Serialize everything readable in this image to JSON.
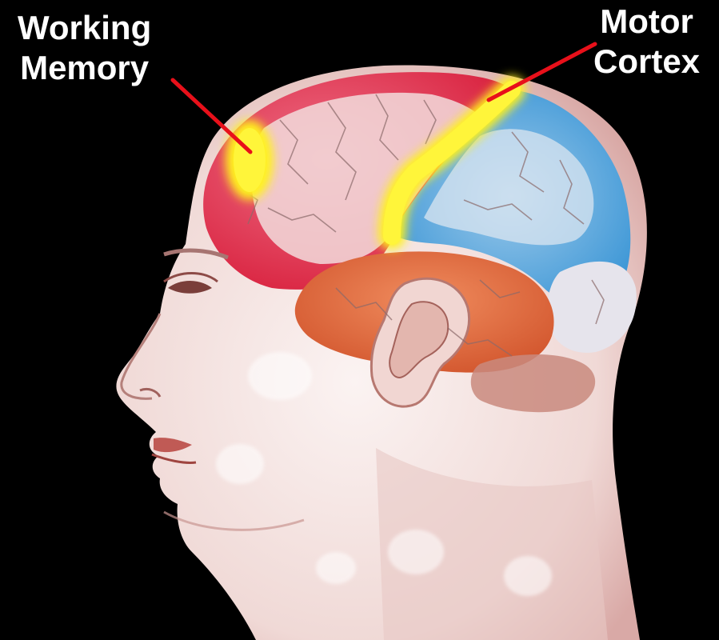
{
  "labels": {
    "working_memory": {
      "line1": "Working",
      "line2": "Memory"
    },
    "motor_cortex": {
      "line1": "Motor",
      "line2": "Cortex"
    }
  },
  "colors": {
    "background": "#000000",
    "label_text": "#ffffff",
    "pointer_line": "#e8101a",
    "highlight": "#fff21a",
    "frontal_lobe": "#e8304a",
    "parietal_lobe": "#3a9ad8",
    "temporal_lobe": "#e06a3a",
    "skin": "#f3e6e3"
  }
}
